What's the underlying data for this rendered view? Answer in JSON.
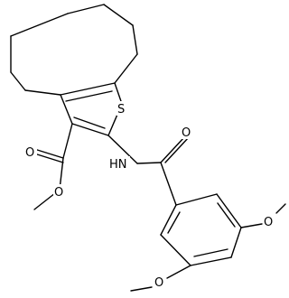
{
  "molecule": {
    "atoms": {
      "sulfur": "S",
      "amide_nitrogen": "HN",
      "amide_oxygen": "O",
      "ester_carbonyl_oxygen": "O",
      "ester_ether_oxygen": "O",
      "methoxy_oxygen_upper": "O",
      "methoxy_oxygen_lower": "O"
    }
  }
}
